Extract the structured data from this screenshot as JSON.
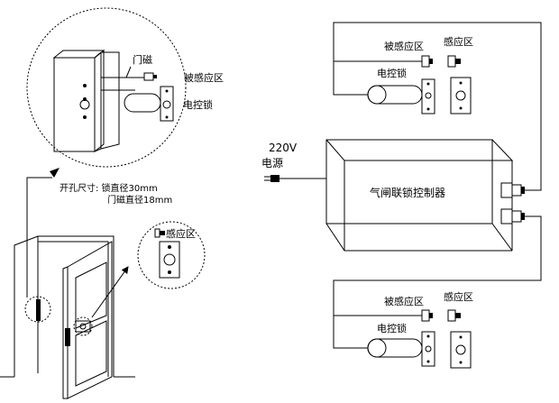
{
  "detail": {
    "door_magnet": "门磁",
    "sensed_zone": "被感应区",
    "electric_lock": "电控锁"
  },
  "hole_size": {
    "line1": "开孔尺寸: 锁直径30mm",
    "line2": "门磁直径18mm"
  },
  "sensor_zoom": {
    "label": "感应区"
  },
  "power": {
    "voltage": "220V",
    "source": "电源"
  },
  "controller": {
    "label": "气闸联锁控制器"
  },
  "top_set": {
    "sensed_zone": "被感应区",
    "sensing_zone": "感应区",
    "electric_lock": "电控锁"
  },
  "bottom_set": {
    "sensed_zone": "被感应区",
    "sensing_zone": "感应区",
    "electric_lock": "电控锁"
  },
  "colors": {
    "line": "#000000",
    "background": "#ffffff"
  }
}
